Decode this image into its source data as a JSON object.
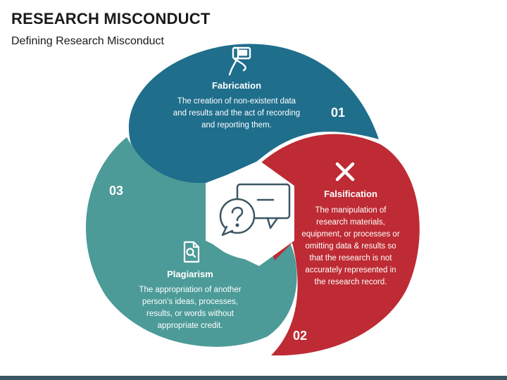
{
  "header": {
    "title": "RESEARCH MISCONDUCT",
    "subtitle": "Defining Research Misconduct"
  },
  "segments": [
    {
      "number": "01",
      "title": "Fabrication",
      "description": "The creation of non-existent data and results and the act of recording and reporting them.",
      "icon": "microscope-icon",
      "color": "#1F6E8C"
    },
    {
      "number": "02",
      "title": "Falsification",
      "description": "The manipulation of research materials, equipment, or processes or omitting data & results so that the research is not accurately represented in the research record.",
      "icon": "cross-icon",
      "color": "#BE2B34"
    },
    {
      "number": "03",
      "title": "Plagiarism",
      "description": "The appropriation of another person’s ideas, processes, results, or words without appropriate credit.",
      "icon": "document-search-icon",
      "color": "#4C9B98"
    }
  ],
  "center": {
    "icon": "question-chat-icon"
  },
  "colors": {
    "footer_bar": "#3B5663",
    "center_icon": "#3B5663"
  }
}
